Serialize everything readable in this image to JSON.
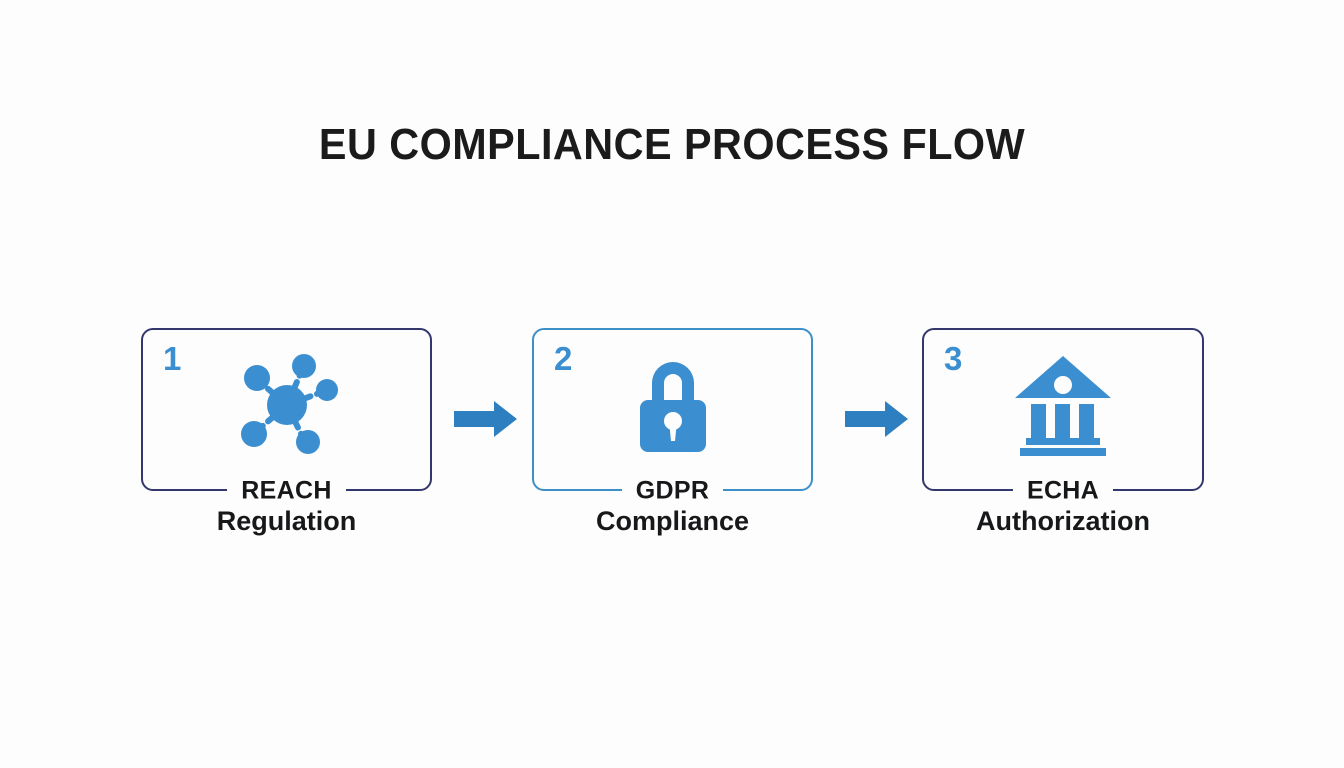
{
  "page": {
    "title": "EU COMPLIANCE PROCESS FLOW",
    "background_color": "#fdfdfd"
  },
  "colors": {
    "title_text": "#1b1b1b",
    "card_border_dark": "#33376b",
    "card_border_light": "#3d90c7",
    "number_blue": "#3b8ed0",
    "icon_blue": "#3b8ed0",
    "arrow_blue": "#2e7fbf",
    "label_text": "#17181a"
  },
  "flow": {
    "steps": [
      {
        "number": "1",
        "label": "REACH",
        "sublabel": "Regulation",
        "icon": "network-nodes-icon",
        "border_style": "dark"
      },
      {
        "number": "2",
        "label": "GDPR",
        "sublabel": "Compliance",
        "icon": "padlock-icon",
        "border_style": "light"
      },
      {
        "number": "3",
        "label": "ECHA",
        "sublabel": "Authorization",
        "icon": "institution-bank-icon",
        "border_style": "dark"
      }
    ],
    "connectors": [
      {
        "icon": "arrow-right-icon",
        "from": "1",
        "to": "2"
      },
      {
        "icon": "arrow-right-icon",
        "from": "2",
        "to": "3"
      }
    ]
  }
}
